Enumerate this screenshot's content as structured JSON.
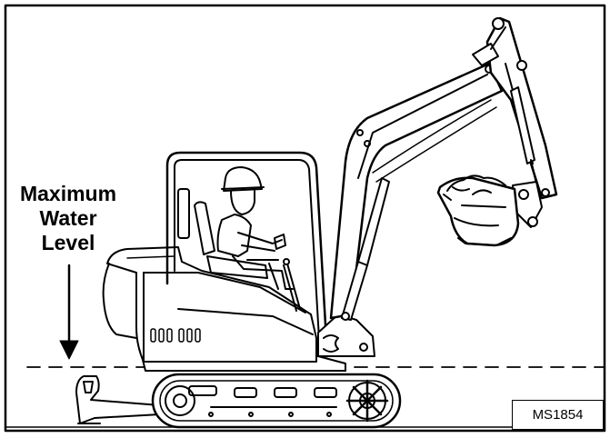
{
  "label": {
    "line1": "Maximum",
    "line2": "Water",
    "line3": "Level"
  },
  "figure_id": "MS1854",
  "colors": {
    "ink": "#000000",
    "paper": "#ffffff"
  }
}
